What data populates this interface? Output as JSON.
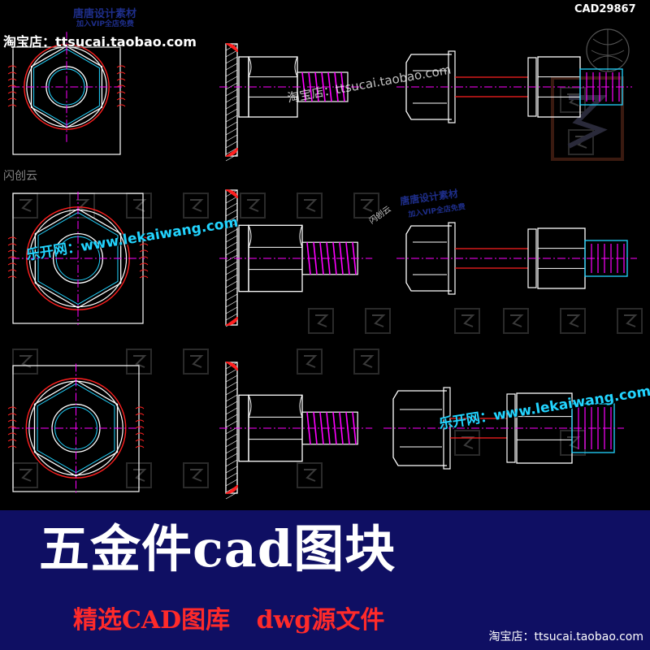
{
  "watermarks": {
    "code": "CAD29867",
    "shop_top": "淘宝店：ttsucai.taobao.com",
    "shop_center": "淘宝店：ttsucai.taobao.com",
    "shop_bottom": "淘宝店：ttsucai.taobao.com",
    "brand": "唐唐设计素材",
    "brand_sub": "加入VIP全店免费",
    "shanchuang": "闪创云",
    "lekai": "乐开网：www.lekaiwang.com"
  },
  "banner": {
    "title": "五金件cad图块",
    "subtitle_1": "精选CAD图库",
    "subtitle_2": "dwg源文件"
  },
  "colors": {
    "background": "#000000",
    "banner": "#0f0f63",
    "cad_line": "#ffffff",
    "center_line": "#ff00ff",
    "cyan": "#22d4ff",
    "red": "#ff2020",
    "title": "#ffffff",
    "subtitle": "#ff2a2a"
  }
}
